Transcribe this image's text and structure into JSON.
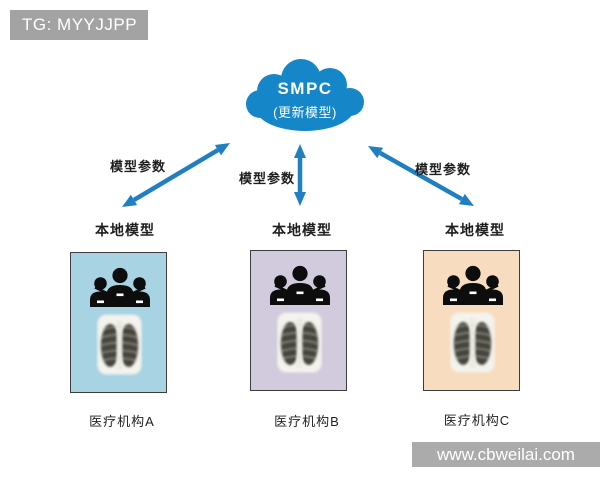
{
  "badge": {
    "text": "TG: MYYJJPP",
    "bg": "#a3a3a3"
  },
  "cloud": {
    "title": "SMPC",
    "subtitle": "(更新模型)",
    "color": "#1586c8"
  },
  "arrow_color": "#1f7fc0",
  "arrows": [
    {
      "label": "模型参数"
    },
    {
      "label": "模型参数"
    },
    {
      "label": "模型参数"
    }
  ],
  "nodes": [
    {
      "model_label": "本地模型",
      "institution": "医疗机构A",
      "color": "#a8d3e2"
    },
    {
      "model_label": "本地模型",
      "institution": "医疗机构B",
      "color": "#d2cbdd"
    },
    {
      "model_label": "本地模型",
      "institution": "医疗机构C",
      "color": "#f7dcc0"
    }
  ],
  "watermark": {
    "text": "www.cbweilai.com",
    "bg": "#ababab"
  }
}
